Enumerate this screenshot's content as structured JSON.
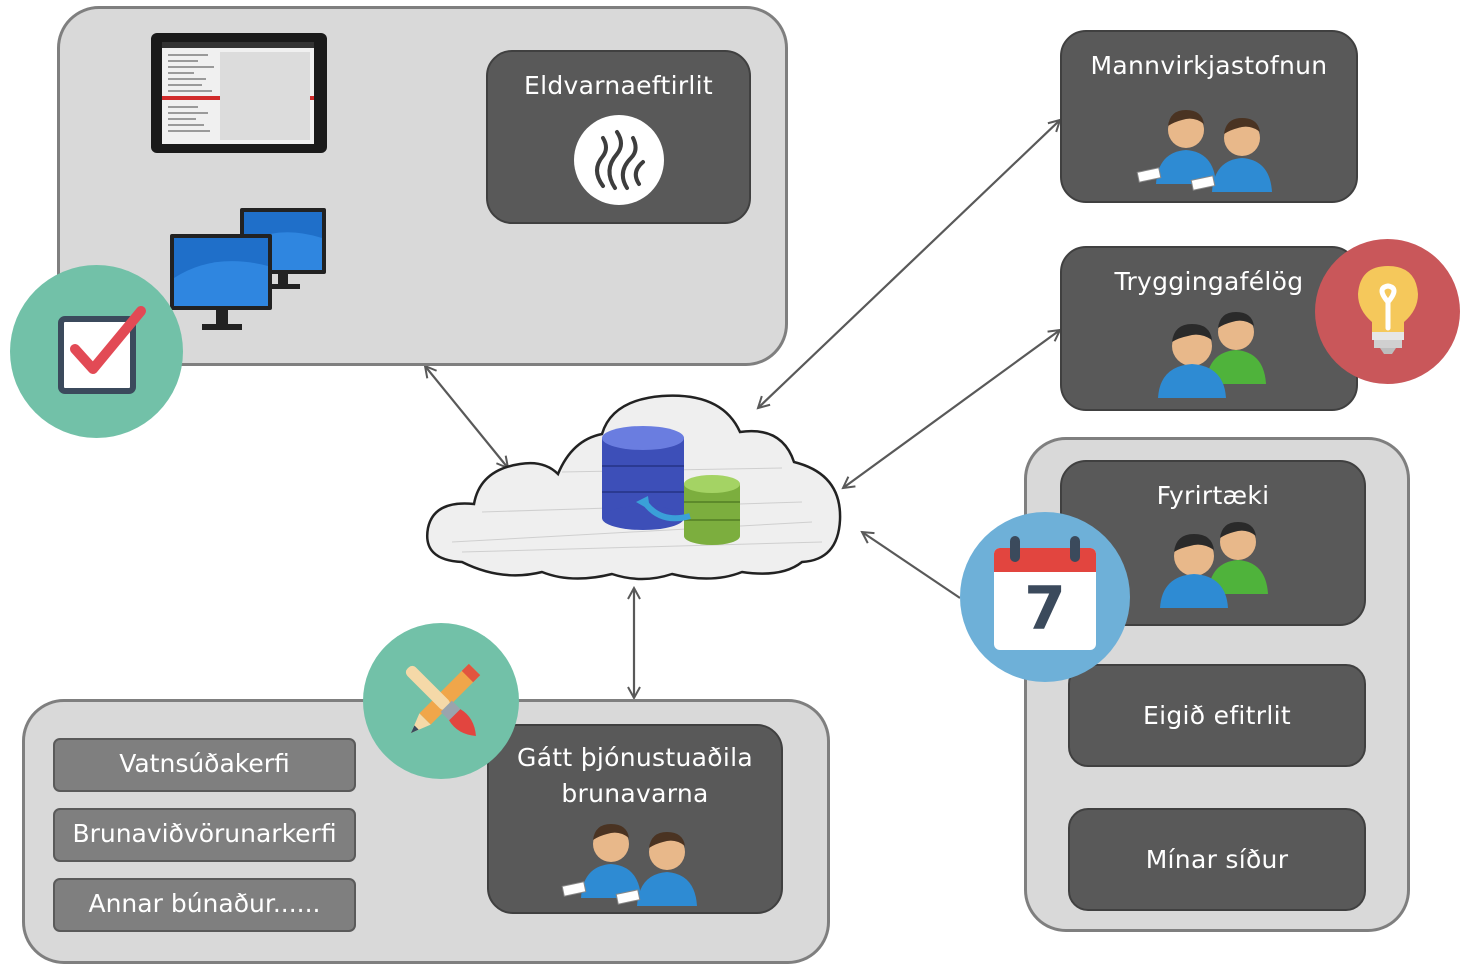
{
  "nodes": {
    "eldvarnaeftirlit": "Eldvarnaeftirlit",
    "mannvirkjastofnun": "Mannvirkjastofnun",
    "tryggingafelog": "Tryggingafélög",
    "fyrirtaeki": "Fyrirtæki",
    "eigid_efitrlit": "Eigið efitrlit",
    "minar_sidur": "Mínar síður",
    "gatt": "Gátt þjónustuaðila brunavarna"
  },
  "sub_items": [
    "Vatnsúðakerfi",
    "Brunaviðvörunarkerfi",
    "Annar búnaður......"
  ],
  "calendar": {
    "day": "7"
  },
  "colors": {
    "group_fill": "#d9d9d9",
    "node_fill": "#595959",
    "sub_fill": "#7f7f7f",
    "badge_teal": "#72c1a8",
    "badge_red": "#c9575a",
    "badge_blue": "#6eb0d8"
  },
  "icons": [
    "tablet-icon",
    "monitors-icon",
    "flame-logo-icon",
    "database-cloud-icon",
    "checkbox-icon",
    "lightbulb-icon",
    "calendar-icon",
    "pencil-brush-icon",
    "users-icon"
  ]
}
